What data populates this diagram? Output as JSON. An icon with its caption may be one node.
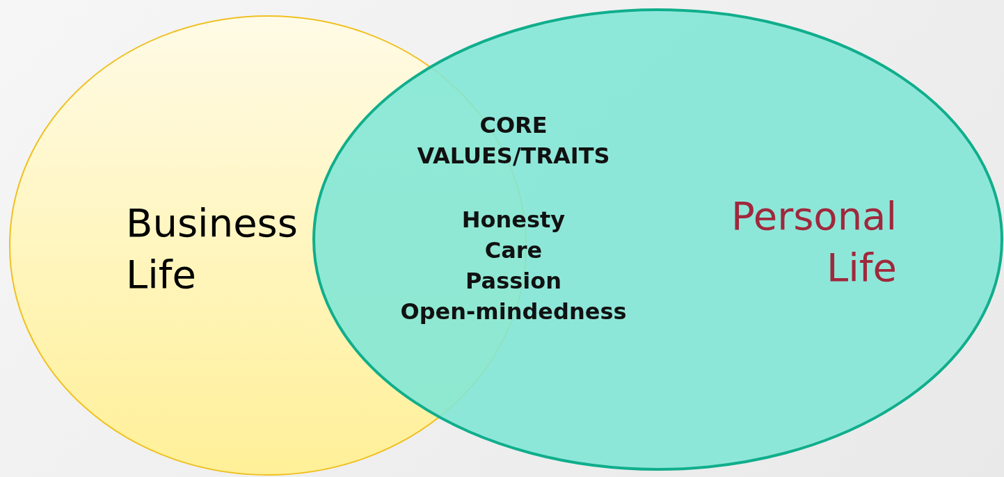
{
  "diagram": {
    "nodes": [
      {
        "text": [
          "Business Life"
        ]
      },
      {
        "text": [
          "Personal Life"
        ]
      }
    ],
    "edges": [],
    "labels": [
      "CORE VALUES/TRAITS",
      "Honesty",
      "Care",
      "Passion",
      "Open-mindedness"
    ]
  }
}
